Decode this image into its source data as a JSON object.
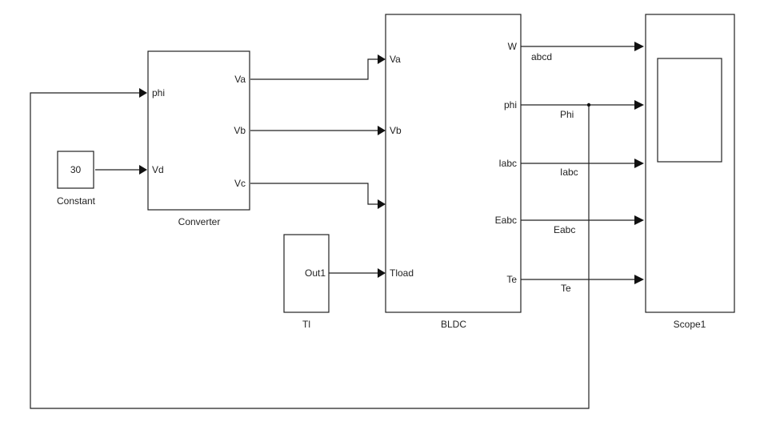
{
  "blocks": {
    "constant": {
      "value": "30",
      "name": "Constant"
    },
    "converter": {
      "name": "Converter",
      "in_phi": "phi",
      "in_vd": "Vd",
      "out_va": "Va",
      "out_vb": "Vb",
      "out_vc": "Vc"
    },
    "tl": {
      "name": "Tl",
      "out1": "Out1"
    },
    "bldc": {
      "name": "BLDC",
      "in_va": "Va",
      "in_vb": "Vb",
      "in_tload": "Tload",
      "out_w": "W",
      "out_phi": "phi",
      "out_iabc": "Iabc",
      "out_eabc": "Eabc",
      "out_te": "Te"
    },
    "scope": {
      "name": "Scope1"
    }
  },
  "signals": {
    "w": "abcd",
    "phi": "Phi",
    "iabc": "Iabc",
    "eabc": "Eabc",
    "te": "Te"
  }
}
